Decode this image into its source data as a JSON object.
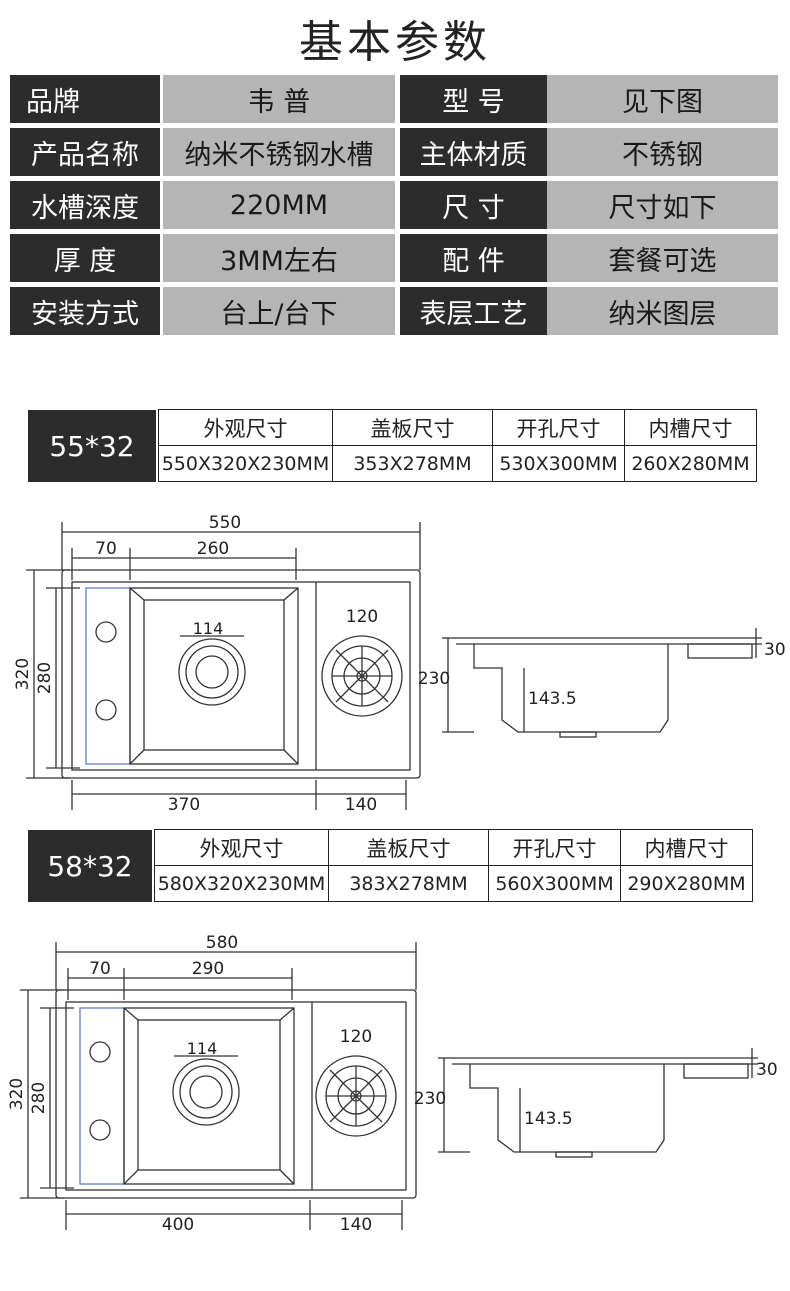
{
  "title": "基本参数",
  "params": [
    {
      "l1": "品牌",
      "v1": "韦 普",
      "l2": "型 号",
      "v2": "见下图"
    },
    {
      "l1": "产品名称",
      "v1": "纳米不锈钢水槽",
      "l2": "主体材质",
      "v2": "不锈钢"
    },
    {
      "l1": "水槽深度",
      "v1": "220MM",
      "l2": "尺 寸",
      "v2": "尺寸如下"
    },
    {
      "l1": "厚 度",
      "v1": "3MM左右",
      "l2": "配 件",
      "v2": "套餐可选"
    },
    {
      "l1": "安装方式",
      "v1": "台上/台下",
      "l2": "表层工艺",
      "v2": "纳米图层"
    }
  ],
  "specs": [
    {
      "model": "55*32",
      "headers": [
        "外观尺寸",
        "盖板尺寸",
        "开孔尺寸",
        "内槽尺寸"
      ],
      "values": [
        "550X320X230MM",
        "353X278MM",
        "530X300MM",
        "260X280MM"
      ],
      "dims": {
        "total_w": "550",
        "left_w": "70",
        "inner_w": "260",
        "height": "320",
        "inner_h": "280",
        "drain": "114",
        "burner": "120",
        "bottom_left": "370",
        "bottom_right": "140",
        "depth": "230",
        "depth_inner": "143.5",
        "lip": "30"
      }
    },
    {
      "model": "58*32",
      "headers": [
        "外观尺寸",
        "盖板尺寸",
        "开孔尺寸",
        "内槽尺寸"
      ],
      "values": [
        "580X320X230MM",
        "383X278MM",
        "560X300MM",
        "290X280MM"
      ],
      "dims": {
        "total_w": "580",
        "left_w": "70",
        "inner_w": "290",
        "height": "320",
        "inner_h": "280",
        "drain": "114",
        "burner": "120",
        "bottom_left": "400",
        "bottom_right": "140",
        "depth": "230",
        "depth_inner": "143.5",
        "lip": "30"
      }
    }
  ]
}
